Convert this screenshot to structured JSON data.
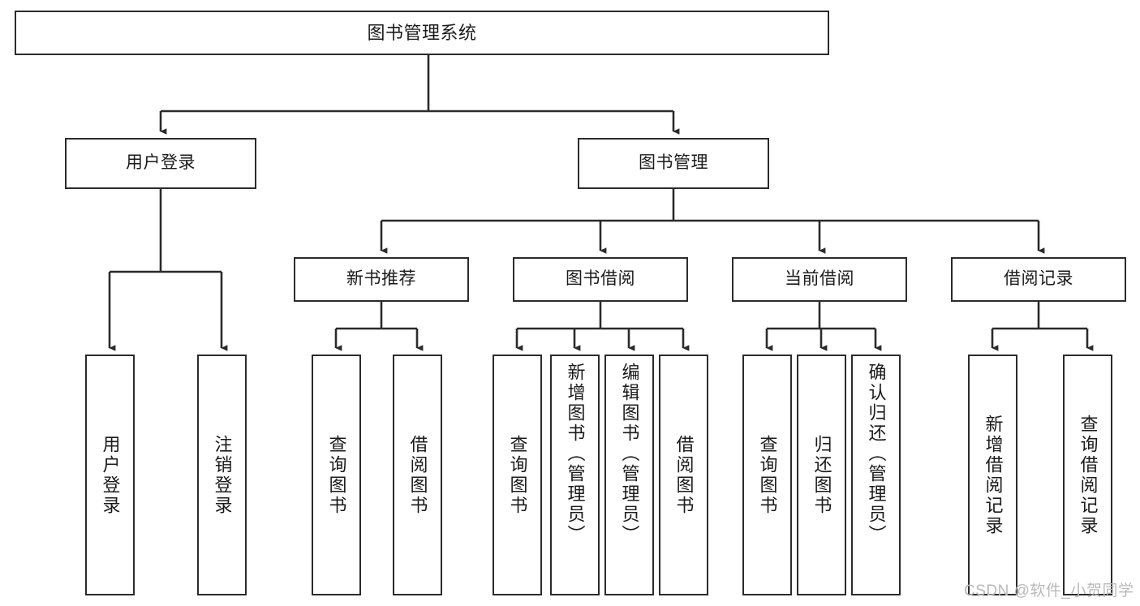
{
  "diagram": {
    "type": "tree-hierarchy",
    "title": "图书管理系统",
    "orientation": "top-down",
    "levels": 4,
    "nodes": {
      "root": {
        "label": "图书管理系统"
      },
      "level2": [
        {
          "label": "用户登录"
        },
        {
          "label": "图书管理"
        }
      ],
      "level3": [
        {
          "label": "新书推荐"
        },
        {
          "label": "图书借阅"
        },
        {
          "label": "当前借阅"
        },
        {
          "label": "借阅记录"
        }
      ],
      "leaves_user_login": [
        {
          "label": "用户登录"
        },
        {
          "label": "注销登录"
        }
      ],
      "leaves_new_book": [
        {
          "label": "查询图书"
        },
        {
          "label": "借阅图书"
        }
      ],
      "leaves_borrow": [
        {
          "label": "查询图书"
        },
        {
          "label": "新增图书（管理员）"
        },
        {
          "label": "编辑图书（管理员）"
        },
        {
          "label": "借阅图书"
        }
      ],
      "leaves_current": [
        {
          "label": "查询图书"
        },
        {
          "label": "归还图书"
        },
        {
          "label": "确认归还（管理员）"
        }
      ],
      "leaves_records": [
        {
          "label": "新增借阅记录"
        },
        {
          "label": "查询借阅记录"
        }
      ]
    },
    "edges": [
      {
        "from": "图书管理系统",
        "to": "用户登录"
      },
      {
        "from": "图书管理系统",
        "to": "图书管理"
      },
      {
        "from": "用户登录",
        "to": "用户登录"
      },
      {
        "from": "用户登录",
        "to": "注销登录"
      },
      {
        "from": "图书管理",
        "to": "新书推荐"
      },
      {
        "from": "图书管理",
        "to": "图书借阅"
      },
      {
        "from": "图书管理",
        "to": "当前借阅"
      },
      {
        "from": "图书管理",
        "to": "借阅记录"
      },
      {
        "from": "新书推荐",
        "to": "查询图书"
      },
      {
        "from": "新书推荐",
        "to": "借阅图书"
      },
      {
        "from": "图书借阅",
        "to": "查询图书"
      },
      {
        "from": "图书借阅",
        "to": "新增图书（管理员）"
      },
      {
        "from": "图书借阅",
        "to": "编辑图书（管理员）"
      },
      {
        "from": "图书借阅",
        "to": "借阅图书"
      },
      {
        "from": "当前借阅",
        "to": "查询图书"
      },
      {
        "from": "当前借阅",
        "to": "归还图书"
      },
      {
        "from": "当前借阅",
        "to": "确认归还（管理员）"
      },
      {
        "from": "借阅记录",
        "to": "新增借阅记录"
      },
      {
        "from": "借阅记录",
        "to": "查询借阅记录"
      }
    ],
    "colors": {
      "stroke": "#2b2b2b",
      "fill": "#ffffff",
      "text": "#1b1b1b",
      "watermark": "#b9b9b9"
    }
  },
  "watermark": {
    "text": "CSDN @软件_小贺同学"
  }
}
